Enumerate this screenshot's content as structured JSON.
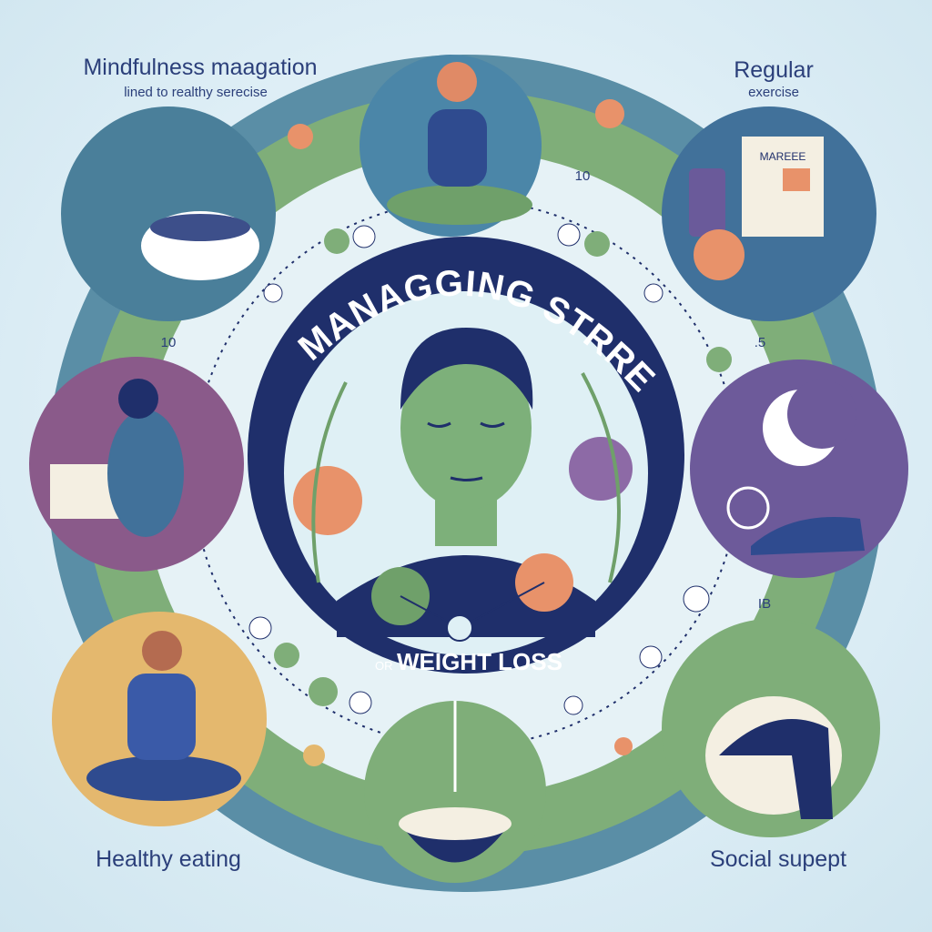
{
  "labels": {
    "top_left_title": "Mindfulness maagation",
    "top_left_sub": "lined to realthy serecise",
    "top_right_title": "Regular",
    "top_right_sub": "exercise",
    "bottom_left": "Healthy eating",
    "bottom_right": "Social supept",
    "center_arc": "MANAGGING STRRESSS",
    "center_sub_prefix": "OR",
    "center_sub_main": "WEIGHT LOSS",
    "nums": {
      "n1": "10",
      "n2": "10",
      "n3": ".5",
      "n4": "IB"
    },
    "note_box": "MAREEE"
  },
  "colors": {
    "navy": "#1f2f6b",
    "green": "#6fa06a",
    "light_green": "#9dc58e",
    "teal": "#4a7f9a",
    "purple": "#7b5a9a",
    "peach": "#e8926a",
    "yellow": "#e9c27a"
  }
}
